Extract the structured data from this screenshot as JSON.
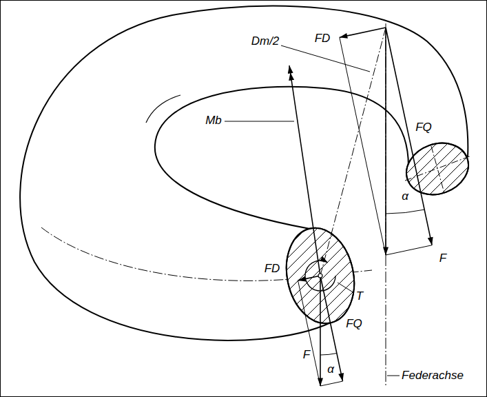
{
  "diagram": {
    "labels": [
      "Dm/2",
      "FD",
      "Mb",
      "FQ",
      "α",
      "FD",
      "F",
      "T",
      "F",
      "FQ",
      "α",
      "Federachse"
    ]
  }
}
